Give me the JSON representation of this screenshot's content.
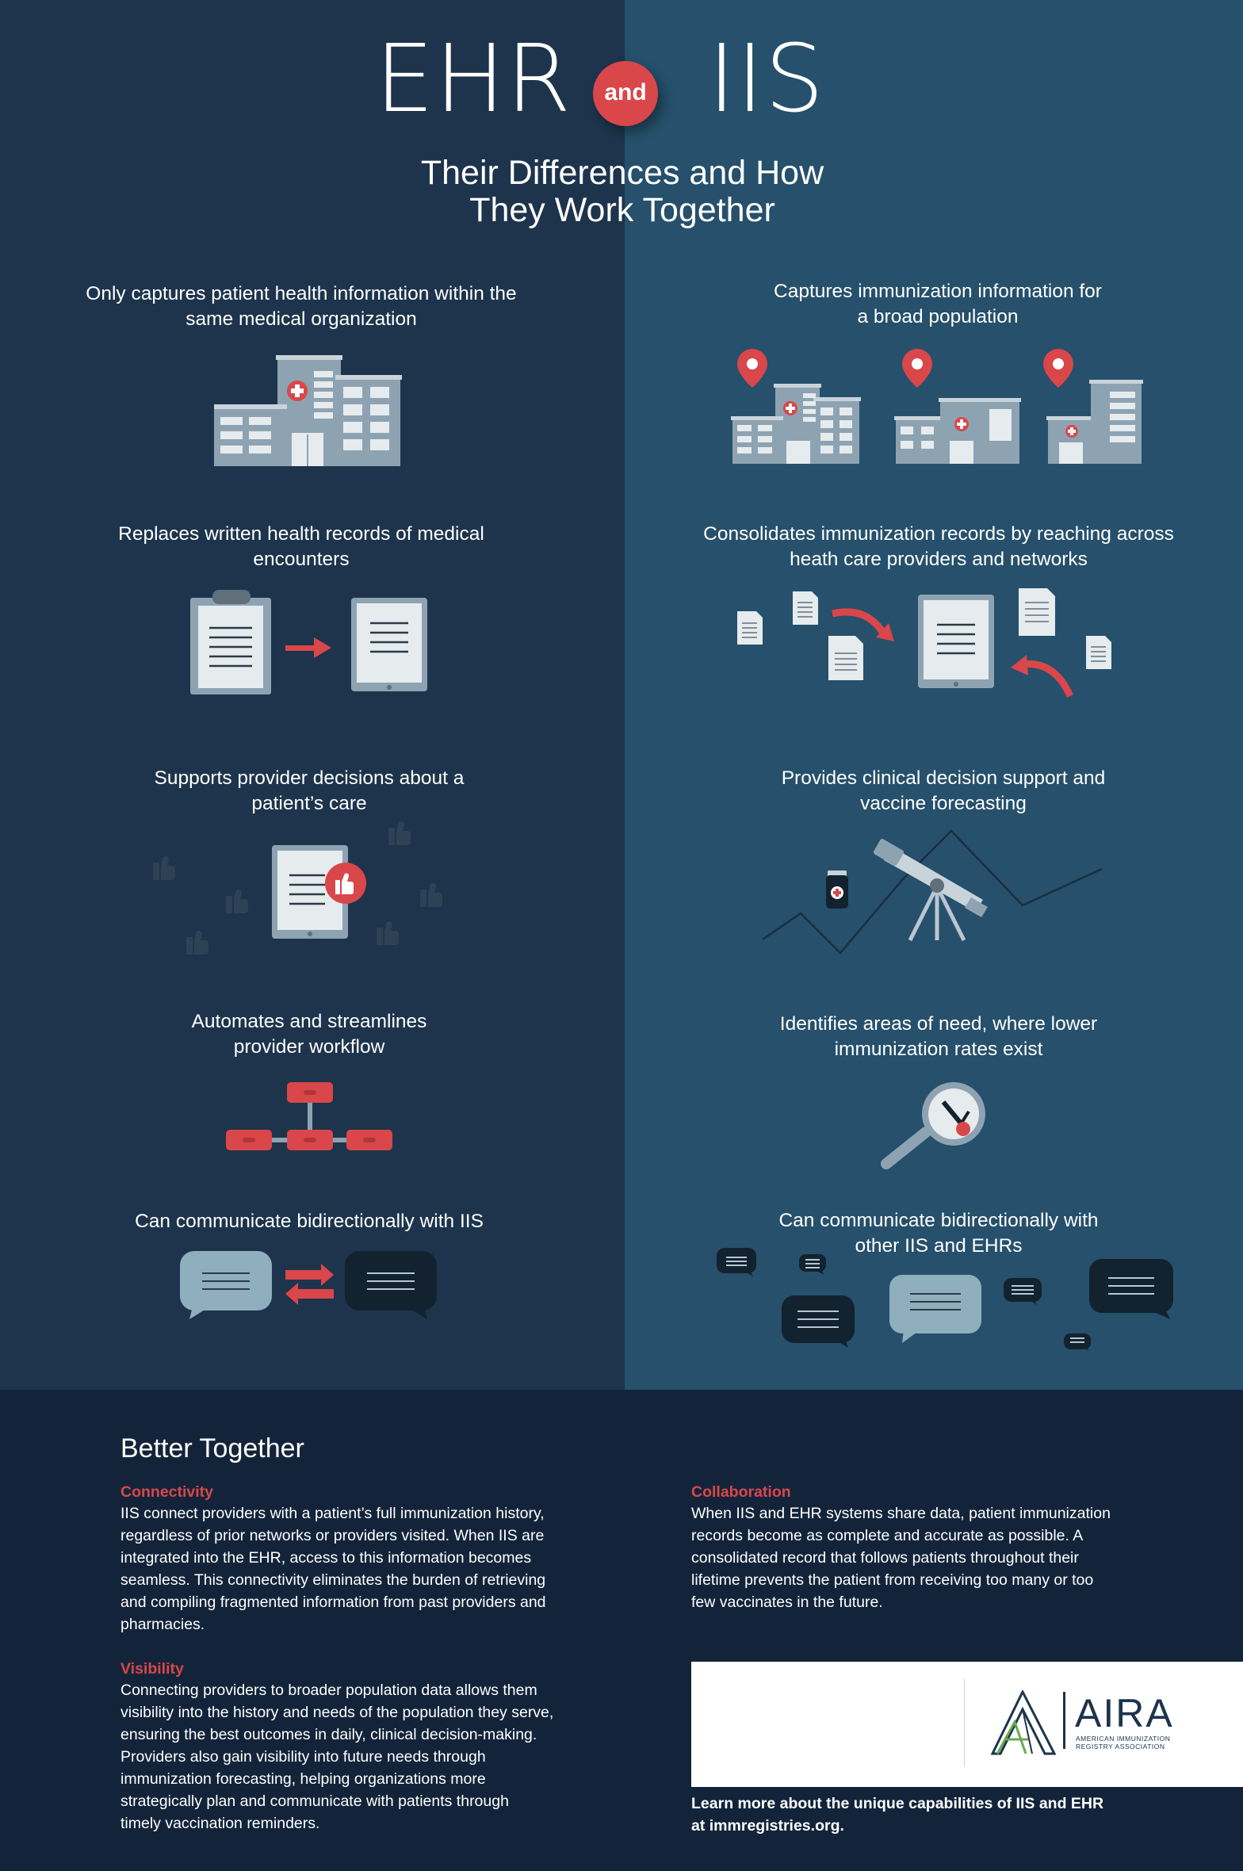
{
  "header": {
    "left_word": "EHR",
    "and_label": "and",
    "right_word": "IIS",
    "subtitle_line1": "Their Differences and How",
    "subtitle_line2": "They Work Together"
  },
  "ehr": {
    "items": [
      {
        "line1": "Only captures patient health information within the",
        "line2": "same medical organization",
        "icon": "hospital-building-icon"
      },
      {
        "line1": "Replaces written health records of medical",
        "line2": "encounters",
        "icon": "clipboard-to-tablet-icon"
      },
      {
        "line1": "Supports provider decisions about a",
        "line2": "patient’s care",
        "icon": "tablet-thumbs-up-icon"
      },
      {
        "line1": "Automates and streamlines",
        "line2": "provider workflow",
        "icon": "workflow-flowchart-icon"
      },
      {
        "line1": "Can communicate bidirectionally with IIS",
        "line2": "",
        "icon": "chat-exchange-icon"
      }
    ]
  },
  "iis": {
    "items": [
      {
        "line1": "Captures immunization information for",
        "line2": "a broad population",
        "icon": "multiple-hospitals-pin-icon"
      },
      {
        "line1": "Consolidates immunization records by reaching across",
        "line2": "heath care providers and networks",
        "icon": "documents-consolidate-icon"
      },
      {
        "line1": "Provides clinical decision support and",
        "line2": "vaccine forecasting",
        "icon": "telescope-forecast-icon"
      },
      {
        "line1": "Identifies areas of need, where lower",
        "line2": "immunization rates exist",
        "icon": "magnifier-gauge-icon"
      },
      {
        "line1": "Can communicate bidirectionally with",
        "line2": "other IIS and EHRs",
        "icon": "chat-network-icon"
      }
    ]
  },
  "better_together": {
    "title": "Better Together",
    "connectivity": {
      "heading": "Connectivity",
      "lines": [
        "IIS connect providers with a patient’s full immunization history,",
        "regardless of prior networks or providers visited. When IIS are",
        "integrated into the EHR, access to this information becomes",
        "seamless. This connectivity eliminates the burden of retrieving",
        "and compiling fragmented information from past providers and",
        "pharmacies."
      ]
    },
    "visibility": {
      "heading": "Visibility",
      "lines": [
        "Connecting providers to broader population data allows them",
        "visibility into the history and needs of the population they serve,",
        "ensuring the best outcomes in daily, clinical decision-making.",
        "Providers also gain visibility into future needs through",
        "immunization forecasting, helping organizations more",
        "strategically plan and communicate with patients through",
        "timely vaccination reminders."
      ]
    },
    "collaboration": {
      "heading": "Collaboration",
      "lines": [
        "When IIS and EHR systems share data, patient immunization",
        "records become as complete and accurate as possible. A",
        "consolidated record that follows patients throughout their",
        "lifetime prevents the patient from receiving too many or too",
        "few vaccinates in the future."
      ]
    }
  },
  "logo": {
    "name": "AIRA",
    "tagline_line1": "AMERICAN IMMUNIZATION",
    "tagline_line2": "REGISTRY ASSOCIATION"
  },
  "footer": {
    "line1": "Learn more about the unique capabilities of IIS and EHR",
    "line2": "at immregistries.org."
  },
  "colors": {
    "ehr_panel": "#1d344c",
    "iis_panel": "#26506b",
    "bottom_panel": "#13243a",
    "accent_red": "#d9474a",
    "building_gray": "#8ea3b2"
  }
}
